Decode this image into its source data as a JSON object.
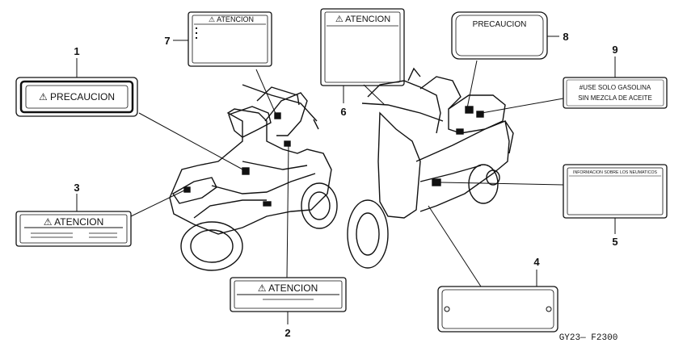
{
  "callouts": [
    {
      "number": "1",
      "label": "⚠ PRECAUCION"
    },
    {
      "number": "2",
      "label": "⚠ ATENCION"
    },
    {
      "number": "3",
      "label": "⚠ ATENCION"
    },
    {
      "number": "4",
      "label": ""
    },
    {
      "number": "5",
      "label": "INFORMACION SOBRE LOS NEUMATICOS"
    },
    {
      "number": "6",
      "label": "⚠ ATENCION"
    },
    {
      "number": "7",
      "label": "⚠ ATENCION"
    },
    {
      "number": "8",
      "label": "PRECAUCION"
    },
    {
      "number": "9",
      "label_line1": "#USE SOLO GASOLINA",
      "label_line2": "SIN MEZCLA DE ACEITE"
    }
  ],
  "reference_code": "GY23— F2300"
}
